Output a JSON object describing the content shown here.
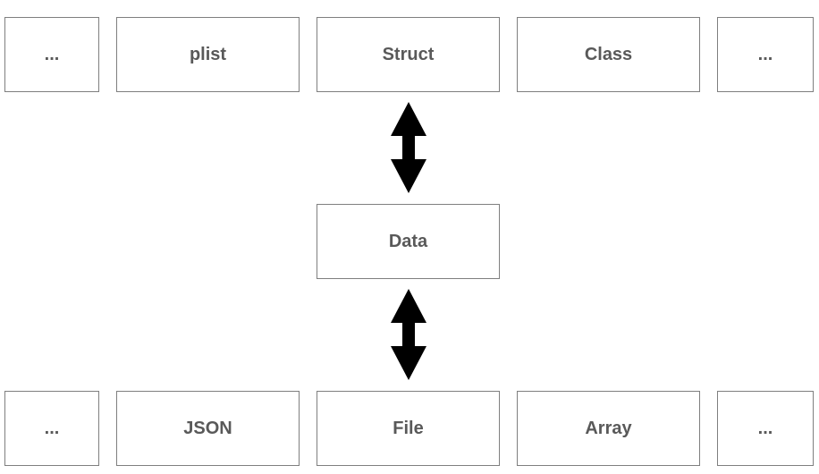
{
  "top_row": {
    "items": [
      {
        "label": "..."
      },
      {
        "label": "plist"
      },
      {
        "label": "Struct"
      },
      {
        "label": "Class"
      },
      {
        "label": "..."
      }
    ]
  },
  "middle": {
    "label": "Data"
  },
  "bottom_row": {
    "items": [
      {
        "label": "..."
      },
      {
        "label": "JSON"
      },
      {
        "label": "File"
      },
      {
        "label": "Array"
      },
      {
        "label": "..."
      }
    ]
  },
  "colors": {
    "box_border": "#7f7f7f",
    "text": "#595959",
    "arrow": "#000000"
  },
  "icons": {
    "upper_arrow": "double-headed-vertical-arrow-icon",
    "lower_arrow": "double-headed-vertical-arrow-icon"
  }
}
